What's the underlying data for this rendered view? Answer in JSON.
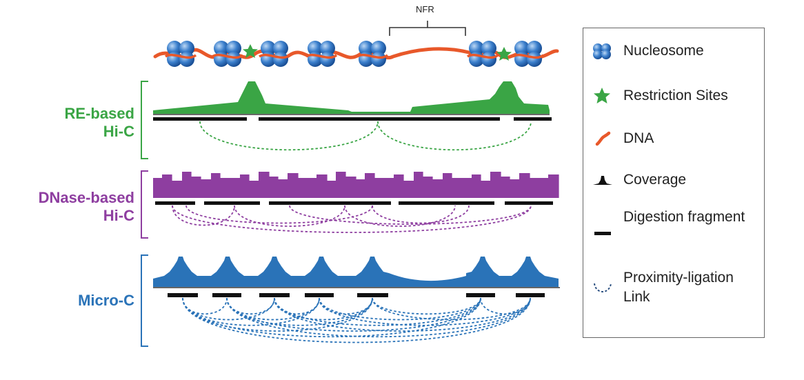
{
  "nfr_label": "NFR",
  "methods": [
    {
      "line1": "RE-based",
      "line2": "Hi-C",
      "color": "#3aa545"
    },
    {
      "line1": "DNase-based",
      "line2": "Hi-C",
      "color": "#8e3ea0"
    },
    {
      "line1": "Micro-C",
      "line2": "",
      "color": "#2a73b8"
    }
  ],
  "legend": [
    {
      "icon": "nucleosome-icon",
      "text": "Nucleosome"
    },
    {
      "icon": "star-icon",
      "text": "Restriction Sites"
    },
    {
      "icon": "dna-icon",
      "text": "DNA"
    },
    {
      "icon": "coverage-icon",
      "text": "Coverage"
    },
    {
      "icon": "fragment-icon",
      "text": "Digestion fragment"
    },
    {
      "icon": "link-icon",
      "text": "Proximity-ligation Link"
    }
  ],
  "colors": {
    "dna": "#e8582a",
    "nucleosome": "#2a6cc0",
    "re": "#3aa545",
    "dnase": "#8e3ea0",
    "micro": "#2a73b8",
    "fragment": "#111111"
  }
}
